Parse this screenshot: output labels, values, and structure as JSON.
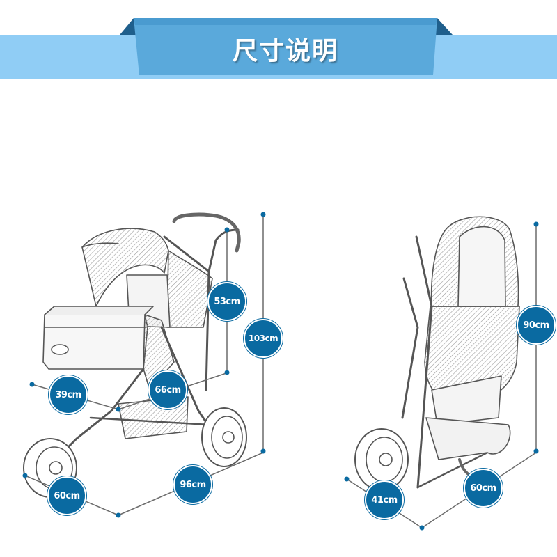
{
  "header": {
    "title": "尺寸说明",
    "colors": {
      "band": "#90cdf5",
      "ribbon": "#5aa9db",
      "ribbon_dark": "#2a6e9c"
    }
  },
  "dimensions": {
    "unfolded": {
      "handle_to_seat": "53cm",
      "total_height": "103cm",
      "depth": "39cm",
      "length": "66cm",
      "width": "60cm",
      "wheelbase": "96cm"
    },
    "folded": {
      "height": "90cm",
      "depth": "41cm",
      "length": "60cm"
    }
  },
  "colors": {
    "marker": "#0a6aa1",
    "line": "#6b6b6b"
  }
}
